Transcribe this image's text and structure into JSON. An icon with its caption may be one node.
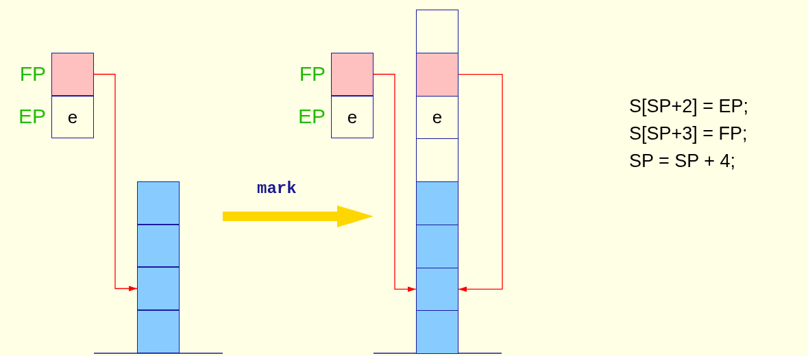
{
  "diagram": {
    "nodes": [
      {
        "text": [],
        "shape": "box",
        "beside": [
          "FP"
        ]
      },
      {
        "text": [
          "e"
        ],
        "beside": [
          "EP"
        ]
      },
      {
        "text": [],
        "shape": "box"
      },
      {
        "text": [],
        "shape": "box"
      },
      {
        "text": [],
        "shape": "box"
      },
      {
        "text": [],
        "shape": "box"
      },
      {
        "text": [],
        "shape": "box",
        "beside": [
          "FP"
        ]
      },
      {
        "text": [
          "e"
        ],
        "beside": [
          "EP"
        ]
      },
      {
        "text": [],
        "shape": "box"
      },
      {
        "text": [],
        "shape": "box"
      },
      {
        "text": [
          "e"
        ]
      },
      {
        "text": [],
        "shape": "box"
      },
      {
        "text": [],
        "shape": "box"
      },
      {
        "text": [],
        "shape": "box"
      },
      {
        "text": [],
        "shape": "box"
      },
      {
        "text": [],
        "shape": "box"
      }
    ],
    "edges": [
      {
        "from": 0,
        "to": 4,
        "arrow": "to"
      },
      {
        "from": 6,
        "to": 14,
        "arrow": "to"
      },
      {
        "from": 9,
        "to": 14,
        "arrow": "to"
      }
    ],
    "labels": [
      "mark",
      "S[SP+2] = EP;",
      "S[SP+3] = FP;",
      "SP = SP + 4;"
    ]
  }
}
